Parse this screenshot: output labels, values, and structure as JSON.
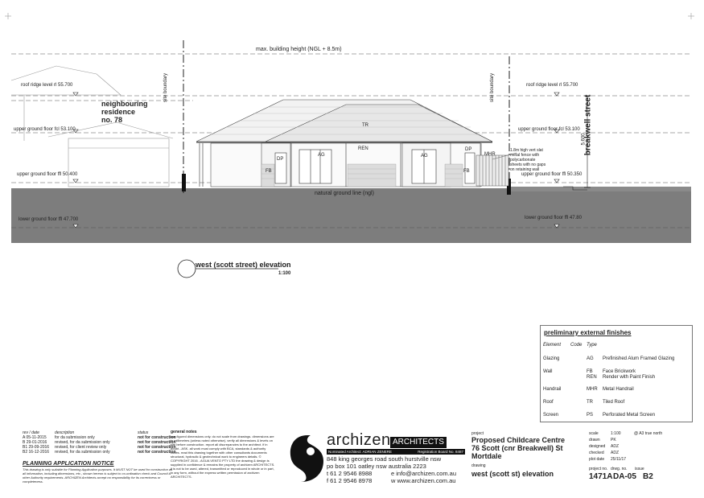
{
  "drawing": {
    "max_height_label": "max. building height (NGL + 8.5m)",
    "site_boundary_label": "site boundary",
    "neighbour_label_lines": [
      "neighbouring",
      "residence",
      "no. 78"
    ],
    "street_label": "breakwell street",
    "dimension_label": "5.600",
    "natural_ground_label": "natural ground line (ngl)",
    "fence_note_lines": [
      "1.8m high vert slat",
      "metal fence with",
      "polycarbonate",
      "sheets with no gaps",
      "on retaining wall"
    ],
    "left_levels": {
      "roof_ridge": "roof ridge level   rl 55.700",
      "upper_fcl": "upper ground floor fcl 53.100",
      "upper_ffl": "upper ground floor ffl 50.400",
      "lower_ffl": "lower ground floor ffl 47.700"
    },
    "right_levels": {
      "roof_ridge": "roof ridge level   rl 55.700",
      "upper_fcl": "upper ground floor fcl 53.100",
      "upper_ffl": "upper ground floor ffl 50.350",
      "lower_ffl": "lower ground floor ffl 47.80"
    },
    "material_tags": {
      "tr": "TR",
      "ren": "REN",
      "ag": "AG",
      "dp": "DP",
      "fb": "FB",
      "mhr": "MHR"
    },
    "view_title": "west (scott street) elevation",
    "view_scale": "1:100"
  },
  "finishes": {
    "title": "preliminary external finishes",
    "header_element": "Element",
    "header_code": "Code",
    "header_type": "Type",
    "rows": [
      {
        "element": "Glazing",
        "codes": [
          "AG"
        ],
        "types": [
          "Prefinished Alum Framed Glazing"
        ]
      },
      {
        "element": "Wall",
        "codes": [
          "FB",
          "REN"
        ],
        "types": [
          "Face Brickwork",
          "Render with Paint Finish"
        ]
      },
      {
        "element": "Handrail",
        "codes": [
          "MHR"
        ],
        "types": [
          "Metal Handrail"
        ]
      },
      {
        "element": "Roof",
        "codes": [
          "TR"
        ],
        "types": [
          "Tiled Roof"
        ]
      },
      {
        "element": "Screen",
        "codes": [
          "PS"
        ],
        "types": [
          "Perforated Metal Screen"
        ]
      }
    ]
  },
  "title_block": {
    "rev_header": "rev / date",
    "desc_header": "description",
    "status_header": "status",
    "revisions": [
      {
        "rev": "A  05-11-2015",
        "desc": "for da submission only",
        "status": "not for construction"
      },
      {
        "rev": "B  29-01-2016",
        "desc": "revised, for da submission only",
        "status": "not for construction"
      },
      {
        "rev": "B1 29-09-2016",
        "desc": "revised, for client review only",
        "status": "not for construction"
      },
      {
        "rev": "B2 16-12-2016",
        "desc": "revised, for da submission only",
        "status": "not for construction"
      }
    ],
    "notice_title": "PLANNING APPLICATION NOTICE",
    "notice_text": "This drawing is only suitable for Planning Application purposes. It MUST NOT be used for construction as all information, including dimensions, etc., shown hereon is subject to co-ordination check and Council & other Authority requirements. ARCHIZEN Architects accept no responsibility for its correctness or completeness.",
    "general_notes_title": "general notes",
    "general_notes_text": "use figured dimensions only. do not scale from drawings. dimensions are in millimetres (unless noted otherwise). verify all dimensions & levels on site before construction. report all discrepancies to the architect. if in doubt - ASK. all work must comply with BCA, standards & authority codes. read this drawing together with other consultants documents structural, hydraulic & geotechnical work to engineers details. © COPYRIGHT 2016 - AGUA VENTO PTY LTD the drawing & design is supplied in confidence & remains the property of archizen ARCHITECTS. it is not to be used, altered, transmitted or reproduced in whole or in part, in any form, without the express written permission of archizen ARCHITECTS.",
    "firm_name": "archizen",
    "firm_suffix": "ARCHITECTS",
    "nominated_architect": "Nominated Architect: ADRIAN ZENERE",
    "registration": "Registration Board No. 8487",
    "address_line1": "848 king georges road    south hurstville    nsw",
    "address_line2": "po box 101   oatley       nsw    australia    2223",
    "phone": "t  61 2 9546 8988",
    "email": "e  info@archizen.com.au",
    "fax": "f  61 2 9546 8978",
    "web": "w  www.archizen.com.au",
    "project_label": "project",
    "project_lines": [
      "Proposed Childcare Centre",
      "76 Scott (cnr Breakwell) St",
      "Mortdale"
    ],
    "drawing_label": "drawing",
    "drawing_title": "west (scott st) elevation",
    "meta": [
      {
        "label": "scale",
        "value": "1:100",
        "extra": "@ A3  true north"
      },
      {
        "label": "drawn",
        "value": "PK",
        "extra": ""
      },
      {
        "label": "designed",
        "value": "ADZ",
        "extra": ""
      },
      {
        "label": "checked",
        "value": "ADZ",
        "extra": ""
      },
      {
        "label": "plot date",
        "value": "25/11/17",
        "extra": ""
      }
    ],
    "project_no_label": "project no.",
    "drawing_no_label": "drwg. no.",
    "issue_label": "issue",
    "project_no": "1471A",
    "drawing_no": "DA-05",
    "issue": "B2"
  }
}
